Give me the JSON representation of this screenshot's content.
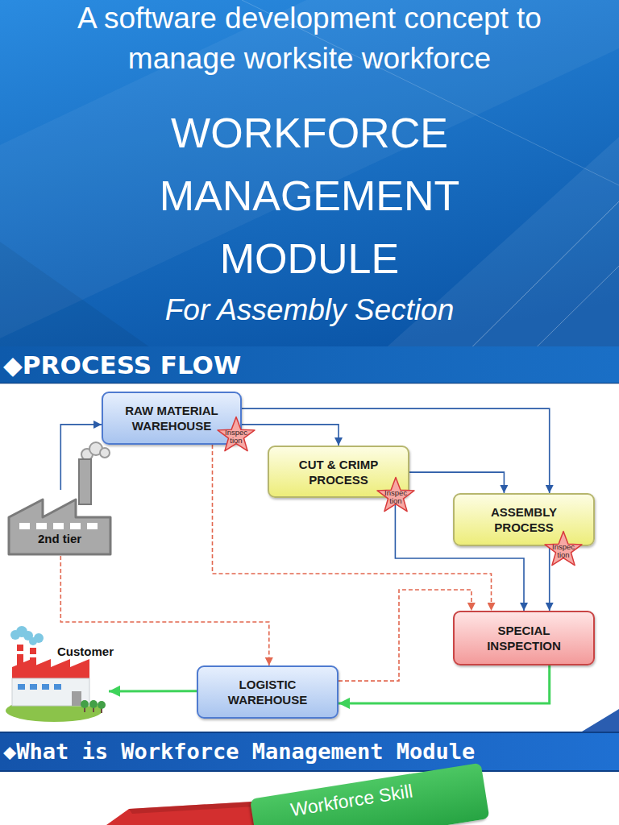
{
  "diagram": {
    "title": "WORKFORCE MANAGEMENT MODULE",
    "nodes": [
      {
        "text": [
          "◆PROCESS FLOW"
        ]
      },
      {
        "text": [
          "RAW MATERIAL WAREHOUSE"
        ]
      },
      {
        "text": [
          "Inspec tion"
        ]
      },
      {
        "text": [
          "CUT & CRIMP PROCESS"
        ]
      },
      {
        "text": [
          "Inspec tion"
        ]
      },
      {
        "text": [
          "2nd tier"
        ]
      },
      {
        "text": [
          "ASSEMBLY PROCESS"
        ]
      },
      {
        "text": [
          "Inspec tion"
        ]
      },
      {
        "text": [
          "SPECIAL INSPECTION"
        ]
      },
      {
        "text": [
          "Customer"
        ]
      },
      {
        "text": [
          "LOGISTIC WAREHOUSE"
        ]
      },
      {
        "text": [
          "◆What is Workforce Management Module"
        ]
      },
      {
        "text": [
          "Workforce Skill"
        ]
      }
    ],
    "edges": [
      {
        "from": 5,
        "to": 1,
        "arrow": "to"
      },
      {
        "from": 1,
        "to": 3,
        "arrow": "to"
      },
      {
        "from": 1,
        "to": 6,
        "arrow": "to"
      },
      {
        "from": 3,
        "to": 6,
        "arrow": "to"
      },
      {
        "from": 3,
        "to": 8,
        "arrow": "to"
      },
      {
        "from": 6,
        "to": 8,
        "arrow": "to"
      },
      {
        "from": 1,
        "to": 8,
        "arrow": "to"
      },
      {
        "from": 5,
        "to": 10,
        "arrow": "to"
      },
      {
        "from": 10,
        "to": 8,
        "arrow": "to"
      },
      {
        "from": 8,
        "to": 10,
        "arrow": "to"
      },
      {
        "from": 10,
        "to": 9,
        "arrow": "to"
      }
    ],
    "labels": [
      "A software development concept to manage worksite workforce",
      "For Assembly Section"
    ]
  }
}
